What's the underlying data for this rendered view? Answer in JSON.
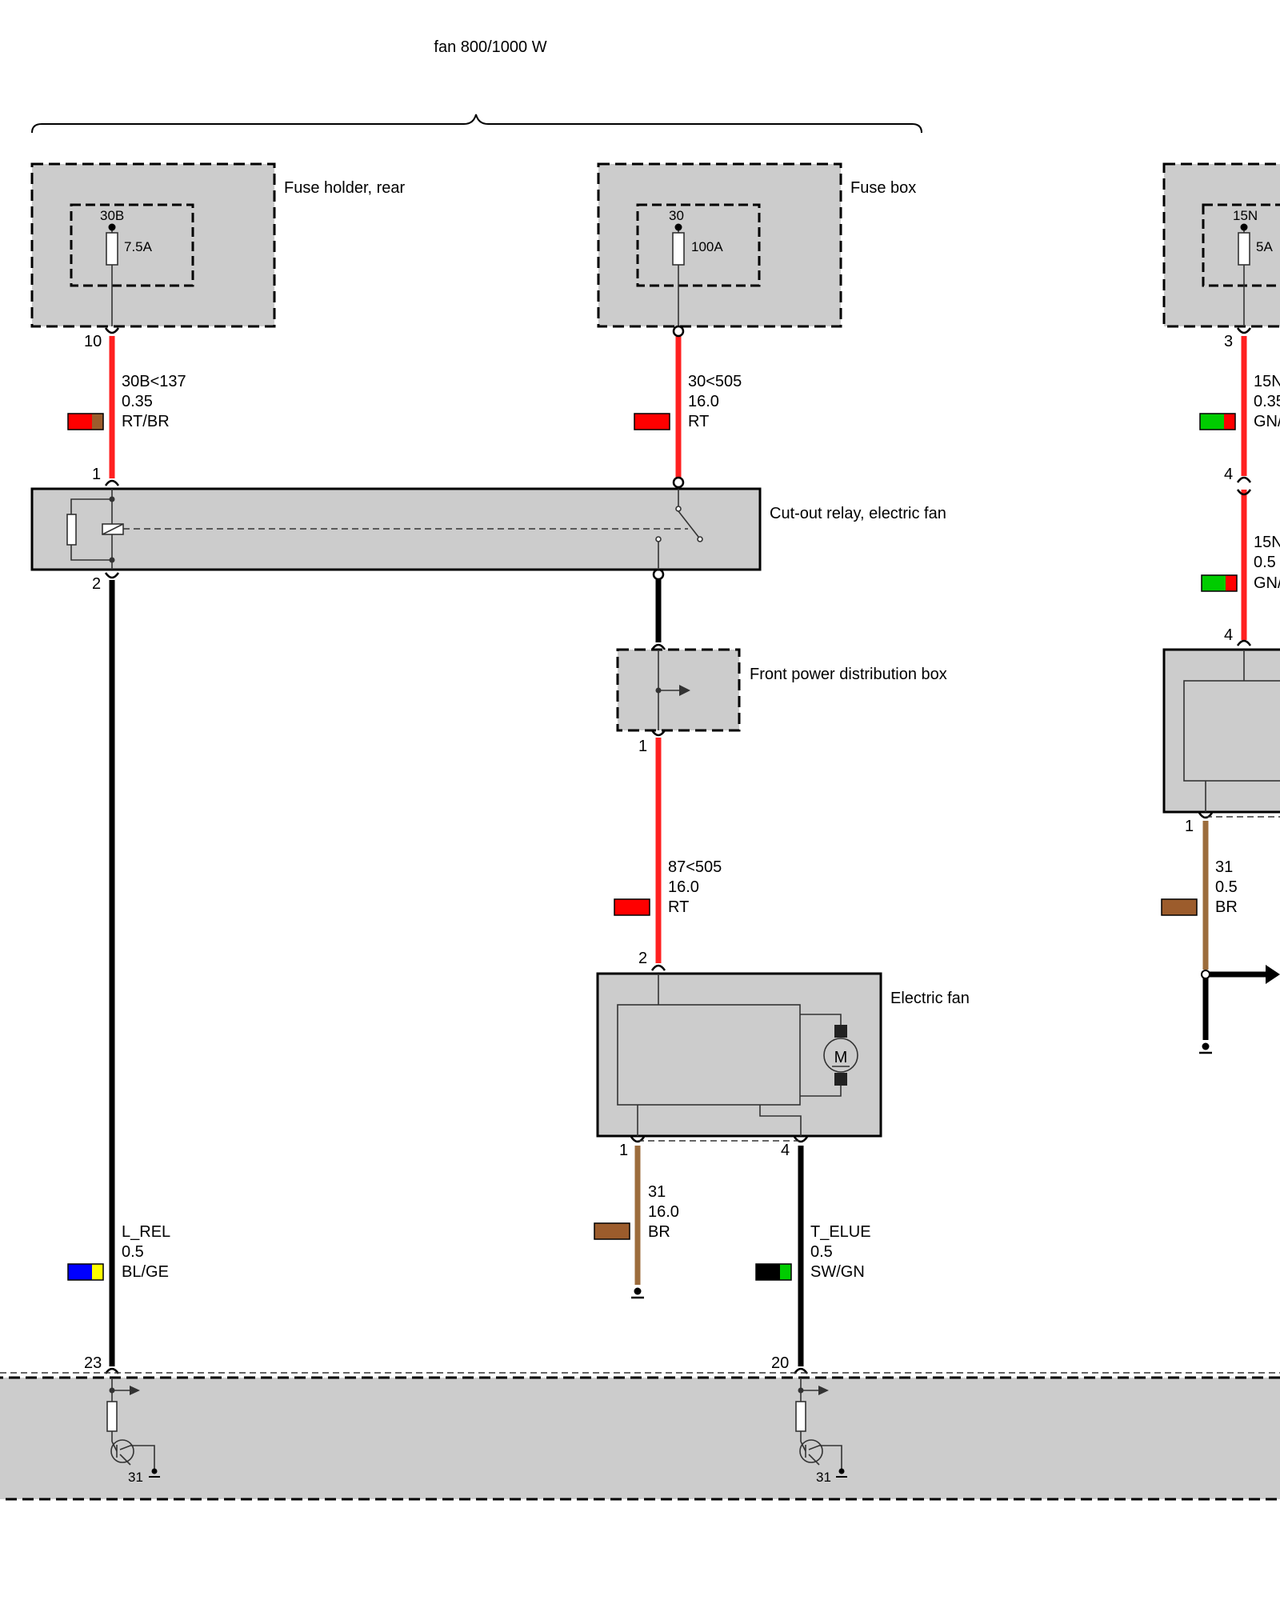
{
  "title": "fan 800/1000 W",
  "components": {
    "fuse_rear": {
      "name": "Fuse holder, rear",
      "terminal": "30B",
      "rating": "7.5A",
      "pin": "10"
    },
    "fuse_box": {
      "name": "Fuse box",
      "terminal": "30",
      "rating": "100A"
    },
    "fuse_right": {
      "terminal": "15N",
      "rating": "5A",
      "pin": "3"
    },
    "relay": {
      "name": "Cut-out relay, electric fan",
      "pin_in": "1",
      "pin_out": "2"
    },
    "pdb": {
      "name": "Front power distribution box",
      "pin_out": "1"
    },
    "fan": {
      "name": "Electric fan",
      "pin_in": "2",
      "pin_gnd": "1",
      "pin_sig": "4",
      "motor_symbol": "M"
    },
    "right_module": {
      "pin_in_a": "4",
      "pin_in_b": "4",
      "pin_out": "1"
    },
    "ecu": {
      "pin_a": "23",
      "pin_b": "20",
      "ground_a": "31",
      "ground_b": "31"
    }
  },
  "wires": {
    "w1": {
      "signal": "30B<137",
      "gauge": "0.35",
      "color": "RT/BR",
      "swatch": [
        "#ff0000",
        "#9c5c2c"
      ]
    },
    "w2": {
      "signal": "30<505",
      "gauge": "16.0",
      "color": "RT",
      "swatch": [
        "#ff0000"
      ]
    },
    "w3": {
      "signal": "87<505",
      "gauge": "16.0",
      "color": "RT",
      "swatch": [
        "#ff0000"
      ]
    },
    "w4": {
      "signal": "L_REL",
      "gauge": "0.5",
      "color": "BL/GE",
      "swatch": [
        "#0000ff",
        "#ffff00"
      ]
    },
    "w5": {
      "signal": "31",
      "gauge": "16.0",
      "color": "BR",
      "swatch": [
        "#9c5c2c"
      ]
    },
    "w6": {
      "signal": "T_ELUE",
      "gauge": "0.5",
      "color": "SW/GN",
      "swatch": [
        "#000000",
        "#00cc00"
      ]
    },
    "w7": {
      "signal": "15N",
      "gauge": "0.35",
      "color": "GN/",
      "swatch": [
        "#00cc00",
        "#ff0000"
      ]
    },
    "w8": {
      "signal": "15N",
      "gauge": "0.5",
      "color": "GN/",
      "swatch": [
        "#00cc00",
        "#ff0000"
      ]
    },
    "w9": {
      "signal": "31",
      "gauge": "0.5",
      "color": "BR",
      "swatch": [
        "#9c5c2c"
      ]
    }
  },
  "colors": {
    "red_wire": "#ff2020",
    "brown_wire": "#9c6c3c",
    "black_wire": "#000000",
    "box_fill": "#cccccc"
  }
}
